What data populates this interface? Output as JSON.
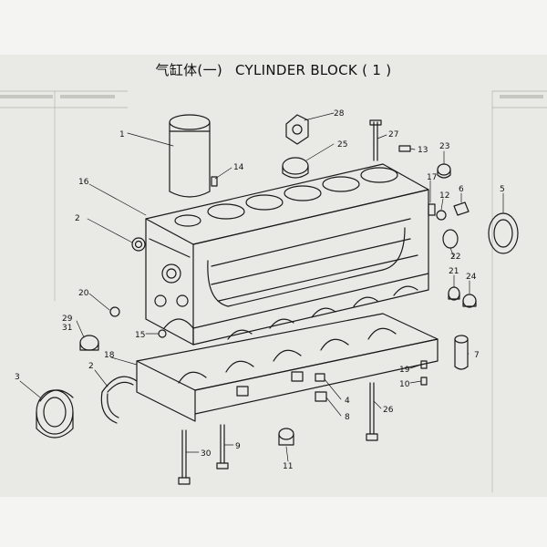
{
  "title": {
    "chinese": "气缸体(一)",
    "english": "CYLINDER BLOCK",
    "sheet_no": "( 1 )"
  },
  "callouts": [
    "1",
    "2",
    "2",
    "3",
    "4",
    "5",
    "6",
    "7",
    "8",
    "9",
    "10",
    "11",
    "12",
    "13",
    "14",
    "15",
    "16",
    "17",
    "18",
    "19",
    "20",
    "21",
    "22",
    "23",
    "24",
    "25",
    "26",
    "27",
    "28",
    "29",
    "30",
    "31"
  ],
  "colors": {
    "background": "#f4f4f2",
    "sheet": "#e9e9e6",
    "line": "#1a1a1a",
    "ghost_table": "#a8a8a4"
  }
}
